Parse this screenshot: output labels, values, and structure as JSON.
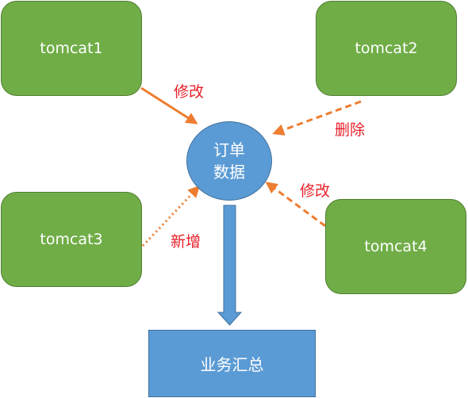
{
  "servers": [
    {
      "label": "tomcat1"
    },
    {
      "label": "tomcat2"
    },
    {
      "label": "tomcat3"
    },
    {
      "label": "tomcat4"
    }
  ],
  "center": {
    "line1": "订单",
    "line2": "数据"
  },
  "summary": {
    "label": "业务汇总"
  },
  "operations": {
    "tomcat1": "修改",
    "tomcat2": "删除",
    "tomcat3": "新增",
    "tomcat4": "修改"
  },
  "colors": {
    "server_fill": "#70ad47",
    "node_fill": "#5b9bd5",
    "arrow": "#ed7d31",
    "label_text": "#e8202a"
  }
}
